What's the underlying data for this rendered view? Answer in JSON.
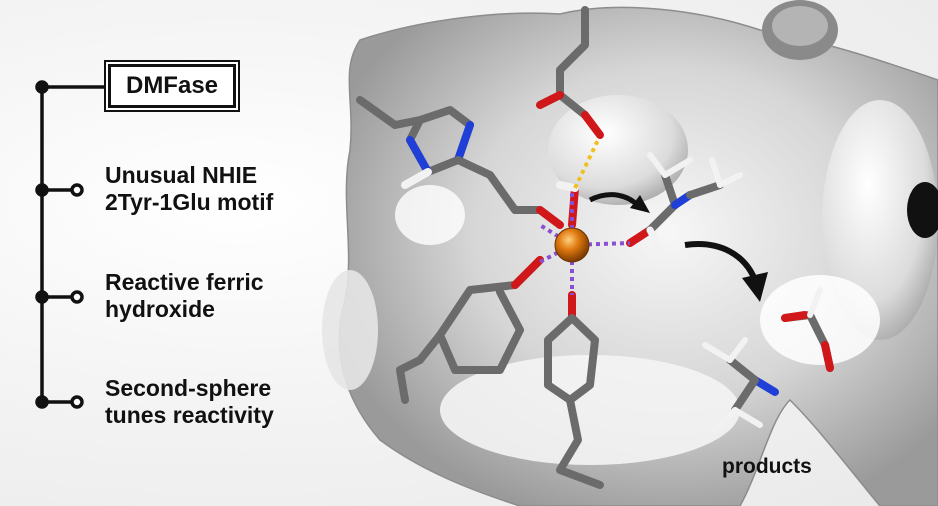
{
  "title": "DMFase",
  "features": [
    "Unusual NHIE\n2Tyr-1Glu motif",
    "Reactive ferric\nhydroxide",
    "Second-sphere\ntunes reactivity"
  ],
  "products_label": "products",
  "colors": {
    "carbon": "#6b6b6b",
    "oxygen": "#d0181a",
    "nitrogen": "#1f3fd6",
    "hydrogen": "#f2f2f2",
    "iron": "#e07a10",
    "fe_bond": "#8a4fd0",
    "h_bond": "#f0c020",
    "surface": "#bdbdbd"
  },
  "icons": [
    "reaction-arrow-icon",
    "iron-center-icon"
  ]
}
